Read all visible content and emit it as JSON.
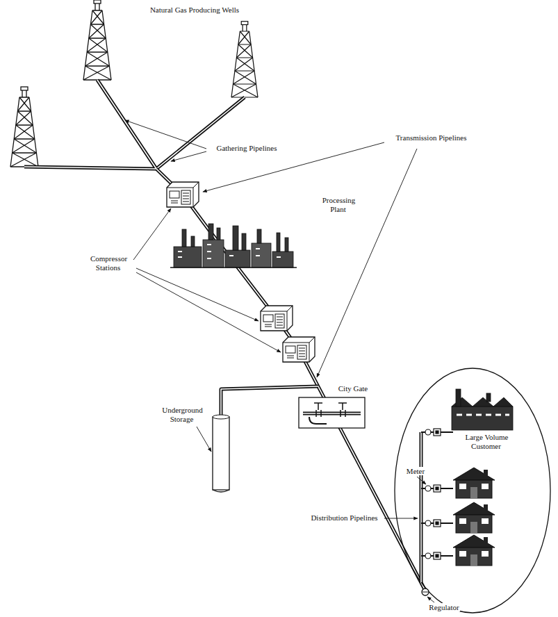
{
  "diagram": {
    "labels": [
      "Natural Gas Producing Wells",
      "Gathering Pipelines",
      "Transmission Pipelines",
      "Processing Plant",
      "Compressor Stations",
      "City Gate",
      "Underground Storage",
      "Large Volume Customer",
      "Meter",
      "Distribution Pipelines",
      "Regulator"
    ]
  }
}
